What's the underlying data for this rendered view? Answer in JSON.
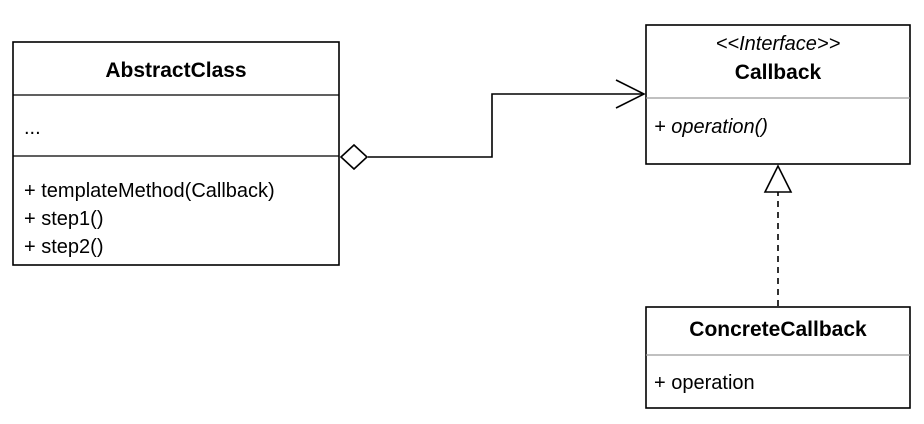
{
  "classes": {
    "abstract_class": {
      "name": "AbstractClass",
      "attributes": [
        "..."
      ],
      "methods": [
        "+ templateMethod(Callback)",
        "+ step1()",
        "+ step2()"
      ]
    },
    "callback": {
      "stereotype": "<<Interface>>",
      "name": "Callback",
      "methods": [
        "+ operation()"
      ]
    },
    "concrete_callback": {
      "name": "ConcreteCallback",
      "methods": [
        "+ operation"
      ]
    }
  },
  "relationships": [
    {
      "type": "aggregation",
      "from": "AbstractClass",
      "to": "Callback"
    },
    {
      "type": "realization",
      "from": "ConcreteCallback",
      "to": "Callback"
    }
  ]
}
